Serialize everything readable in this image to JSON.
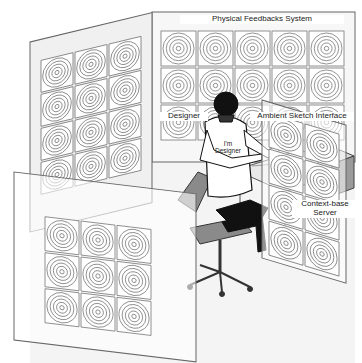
{
  "diagram": {
    "labels": [
      "Physical Feedbacks System",
      "Designer",
      "Ambient Sketch Interface",
      "I'm Designer",
      "Context-base Server"
    ]
  }
}
